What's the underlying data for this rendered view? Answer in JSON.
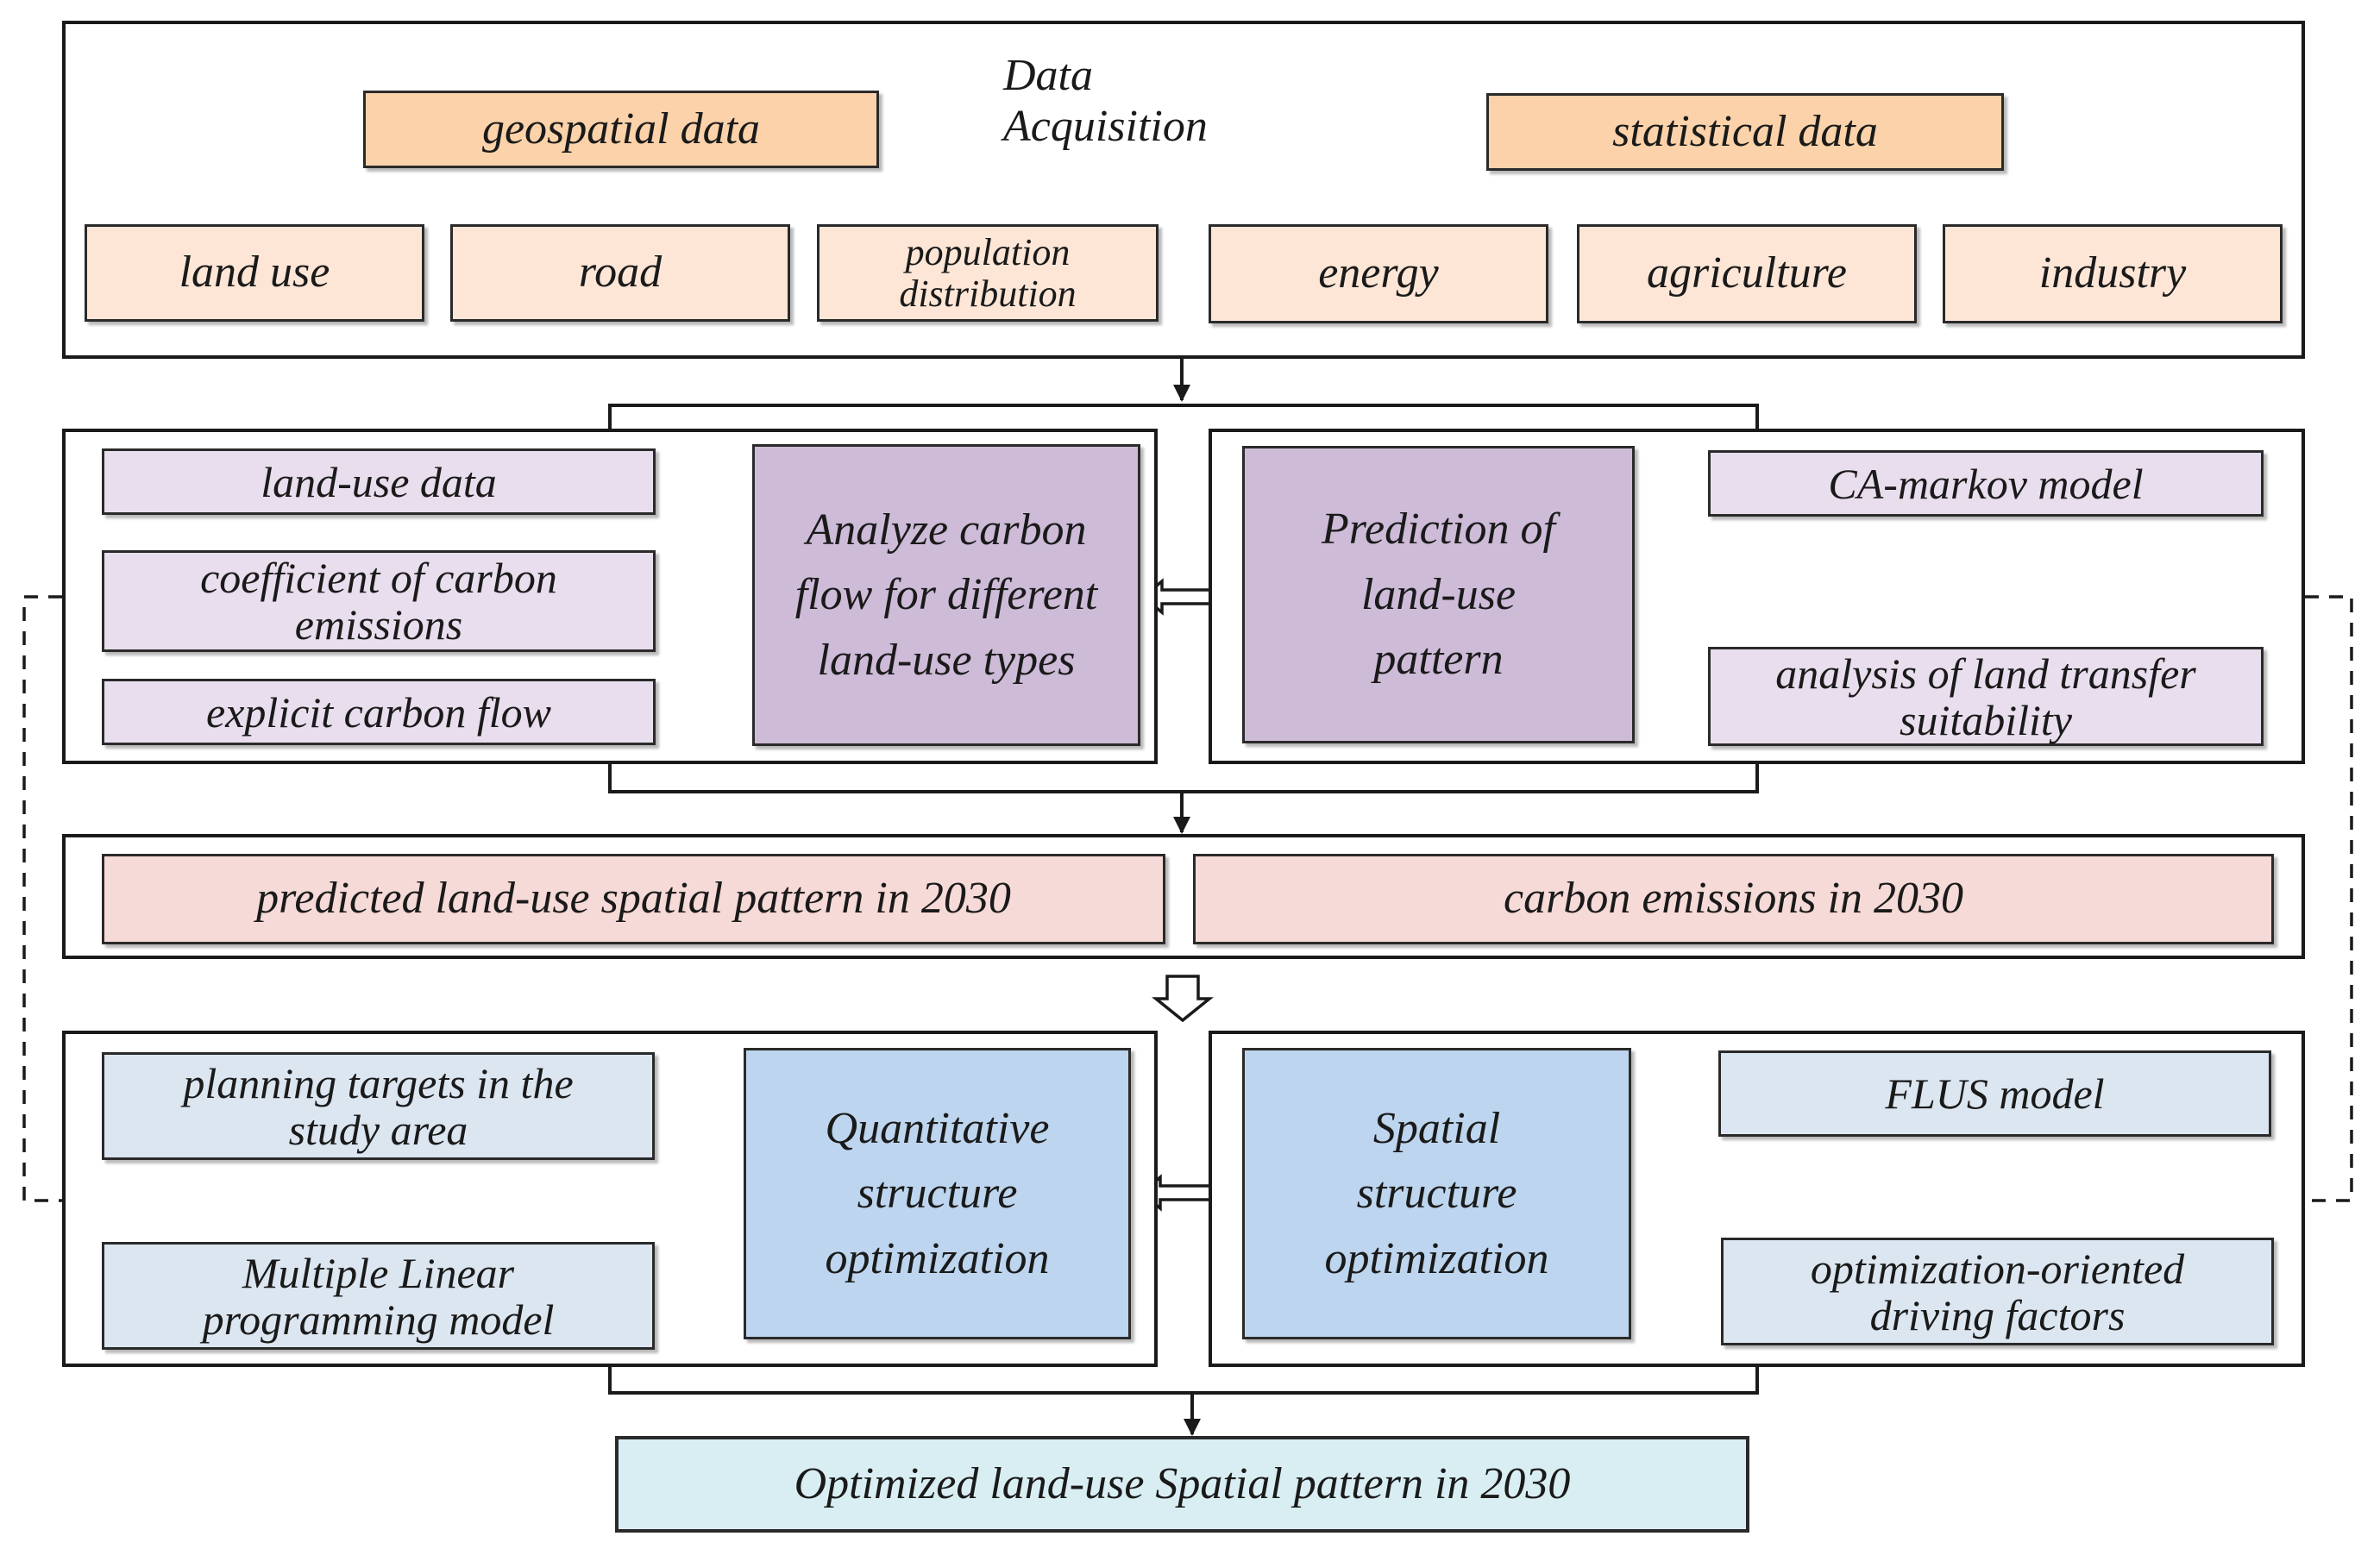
{
  "diagram": {
    "title": "Data Acquisition",
    "sources": {
      "geospatial": {
        "label": "geospatial data",
        "items": [
          "land use",
          "road",
          "population distribution"
        ]
      },
      "statistical": {
        "label": "statistical data",
        "items": [
          "energy",
          "agriculture",
          "industry"
        ]
      }
    },
    "carbon_panel": {
      "inputs": [
        "land-use data",
        "coefficient of carbon emissions",
        "explicit carbon flow"
      ],
      "main": "Analyze carbon flow for different land-use types"
    },
    "prediction_panel": {
      "main": "Prediction of land-use pattern",
      "inputs": [
        "CA-markov model",
        "analysis of land transfer suitability"
      ]
    },
    "results": {
      "pattern": "predicted land-use spatial pattern in 2030",
      "emissions": "carbon emissions in 2030"
    },
    "quantitative_panel": {
      "inputs": [
        "planning targets in the study area",
        "Multiple Linear programming model"
      ],
      "main": "Quantitative structure optimization"
    },
    "spatial_panel": {
      "main": "Spatial structure optimization",
      "inputs": [
        "FLUS model",
        "optimization-oriented driving factors"
      ]
    },
    "output": "Optimized land-use Spatial pattern in 2030"
  },
  "colors": {
    "source_fill": "#fbd2a9",
    "item_fill": "#fde6d6",
    "purple_light": "#e8deed",
    "purple_dark": "#cdbbd8",
    "pink": "#f6dad8",
    "blue_light": "#dce6f1",
    "blue_dark": "#bdd5ee",
    "cyan": "#d9eef3"
  }
}
